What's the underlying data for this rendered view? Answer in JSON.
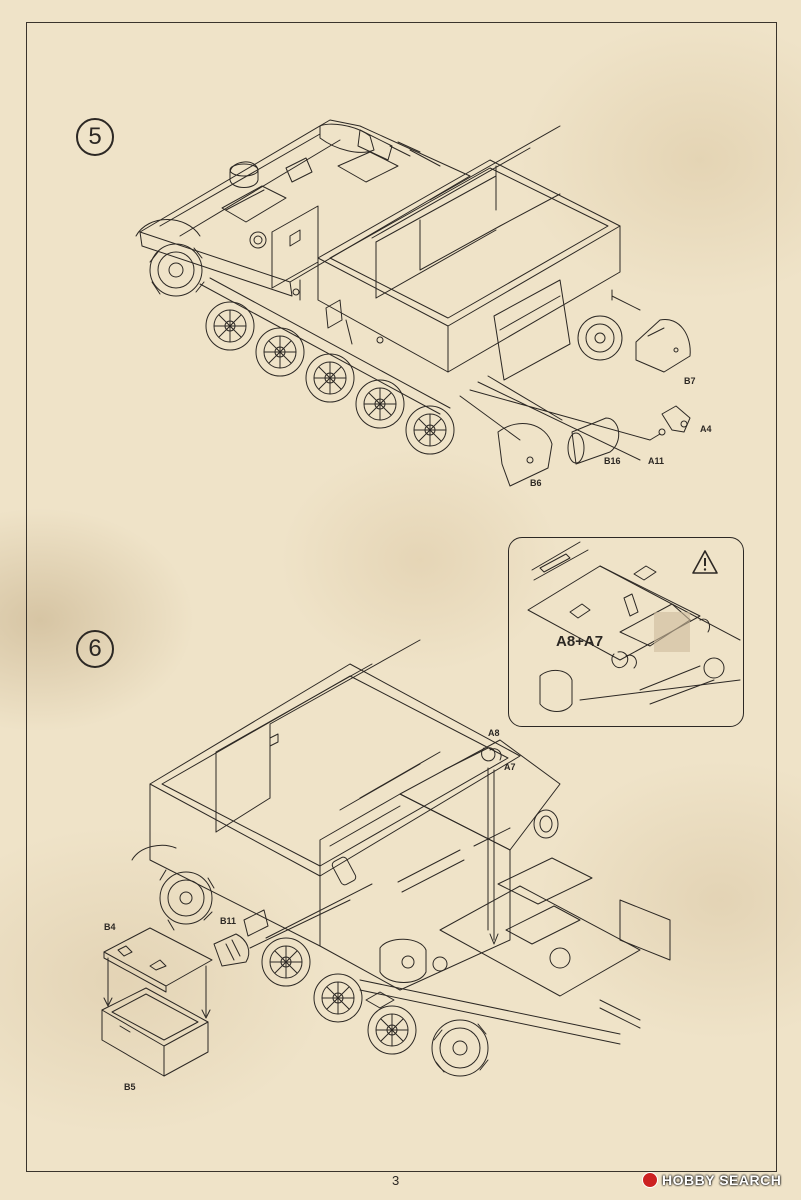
{
  "page": {
    "number": "3"
  },
  "watermark": {
    "text": "HOBBY SEARCH",
    "icon": "hobbysearch-logo-icon"
  },
  "steps": [
    {
      "number": "5",
      "parts": [
        "B7",
        "A4",
        "A11",
        "B16",
        "B6"
      ]
    },
    {
      "number": "6",
      "parts": [
        "A8",
        "A7",
        "B4",
        "B11",
        "B5"
      ],
      "callout": {
        "label": "A8+A7",
        "icon": "warning-triangle-icon"
      }
    }
  ],
  "colors": {
    "paper": "#efe3c8",
    "ink": "#2c2824",
    "stain": "#b49a6a"
  }
}
